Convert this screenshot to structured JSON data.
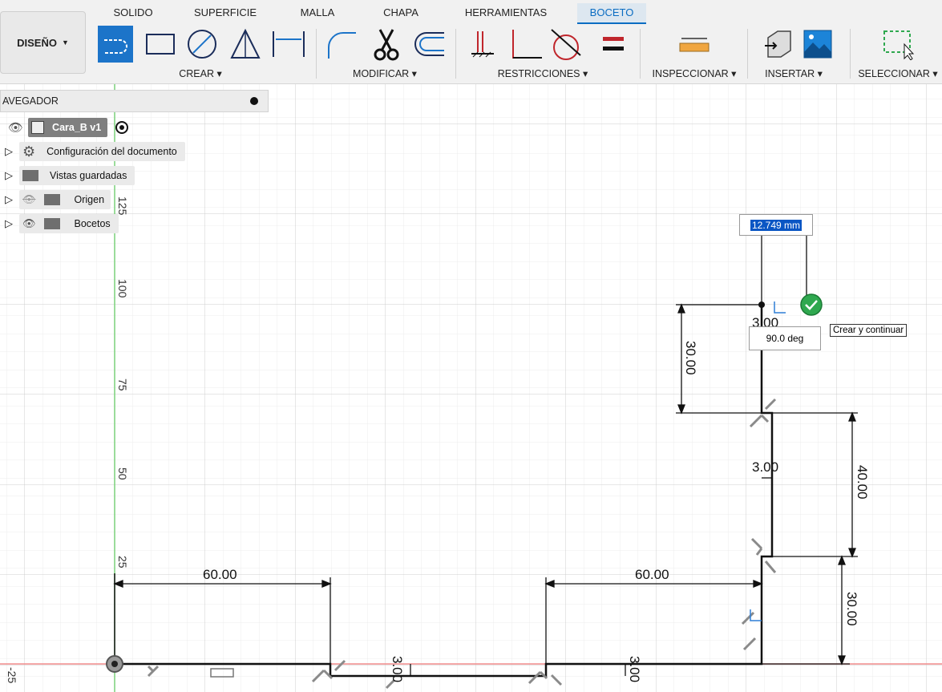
{
  "toolbar": {
    "design_label": "DISEÑO",
    "tabs": [
      "SOLIDO",
      "SUPERFICIE",
      "MALLA",
      "CHAPA",
      "HERRAMIENTAS",
      "BOCETO"
    ],
    "active_tab": "BOCETO",
    "groups": [
      "CREAR",
      "MODIFICAR",
      "RESTRICCIONES",
      "INSPECCIONAR",
      "INSERTAR",
      "SELECCIONAR"
    ],
    "accent_color": "#1c74c9"
  },
  "navigator": {
    "title": "AVEGADOR",
    "root": "Cara_B v1",
    "items": [
      "Configuración del documento",
      "Vistas guardadas",
      "Origen",
      "Bocetos"
    ]
  },
  "sketch": {
    "axis_labels": [
      "125",
      "100",
      "75",
      "50",
      "25",
      "-25"
    ],
    "dimensions": [
      "60.00",
      "60.00",
      "3.00",
      "3.00",
      "30.00",
      "40.00",
      "3.00",
      "3.00",
      "30.00"
    ],
    "length_input": "12.749 mm",
    "angle_input": "90.0 deg",
    "tooltip": "Crear y continuar"
  }
}
